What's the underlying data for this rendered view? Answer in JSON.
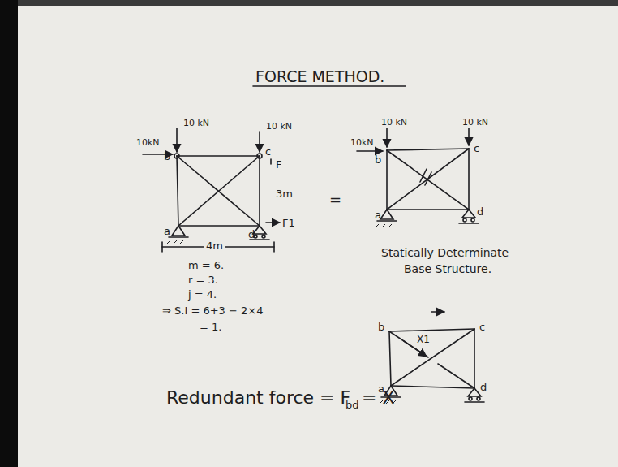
{
  "diagram": {
    "title": "FORCE METHOD.",
    "labels": [
      "10 kN",
      "10kN",
      "10 kN",
      "b",
      "c",
      "a",
      "d",
      "F",
      "3m",
      "F1",
      "4m",
      "m = 6.",
      "r = 3.",
      "j = 4.",
      "⇒ S.I = 6+3 − 2×4",
      "= 1.",
      "Redundant force = F",
      "bd",
      "= X",
      "=",
      "10 kN",
      "10 kN",
      "10kN",
      "b",
      "c",
      "a",
      "d",
      "Statically Determinate",
      "Base Structure.",
      "b",
      "c",
      "a",
      "d",
      "X1"
    ]
  }
}
